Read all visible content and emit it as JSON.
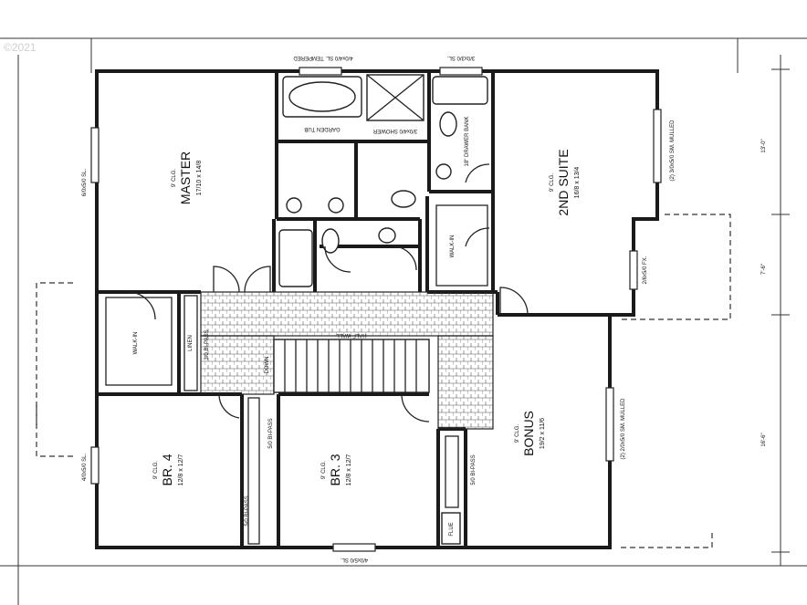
{
  "watermark": "©2021",
  "rooms": {
    "master": {
      "height": "9' CLG.",
      "name": "MASTER",
      "size": "17/10 x 14/8"
    },
    "suite2": {
      "height": "9' CLG.",
      "name": "2ND SUITE",
      "size": "16/8 x 13/4"
    },
    "br4": {
      "height": "9' CLG.",
      "name": "BR. 4",
      "size": "12/8 x 12/7"
    },
    "br3": {
      "height": "9' CLG.",
      "name": "BR. 3",
      "size": "12/8 x 12/7"
    },
    "bonus": {
      "height": "9' CLG.",
      "name": "BONUS",
      "size": "19/2 x 11/6"
    }
  },
  "labels": {
    "garden_tub": "GARDEN TUB",
    "shower": "3/0x4/0 SHOWER",
    "drawer_bank": "18\" DRAWER BANK",
    "walkin_master": "WALK-IN",
    "walkin_suite": "WALK-IN",
    "linen": "LINEN",
    "bipass_linen": "3/0 BI-PASS",
    "half_wall": "HALF WALL",
    "down": "DOWN",
    "bipass_br3": "5/0 BI-PASS",
    "bipass_br4": "5/0 BI-PASS",
    "bipass_bonus": "5/0 BI-PASS",
    "flue": "FLUE"
  },
  "windows": {
    "top_bath": "4/0x4/0 SL. TEMPERED",
    "top_suite_bath": "3/0x3/0 SL.",
    "master_left": "6/0x5/0 SL.",
    "suite_right": "(2) 3/0x5/0 SM. MULLED",
    "suite_fx": "2/6x5/0 FX.",
    "bonus_right": "(2) 2/0x5/0 SM. MULLED",
    "br4_left": "4/0x5/0 SL.",
    "bottom": "4/0x5/0 SL."
  },
  "dimensions": {
    "right_top": "13'-0\"",
    "right_mid": "7'-6\"",
    "right_bottom": "16'-6\""
  }
}
